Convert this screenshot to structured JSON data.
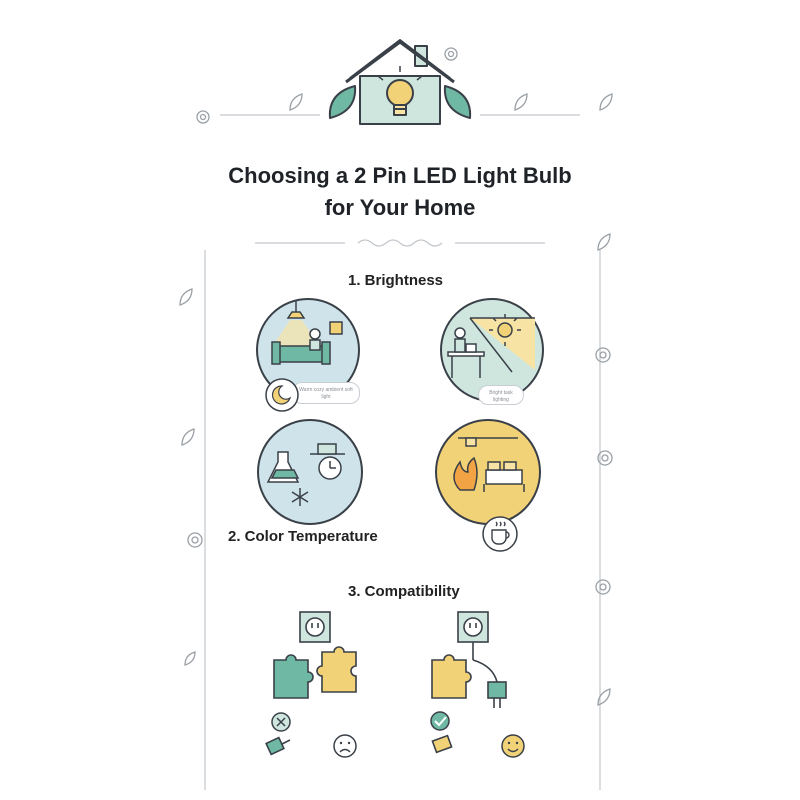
{
  "title": {
    "line1": "Choosing a 2 Pin LED Light Bulb",
    "line2": "for Your Home"
  },
  "sections": {
    "brightness": "1. Brightness",
    "color_temperature": "2. Color Temperature",
    "compatibility": "3. Compatibility"
  },
  "brightness_panels": {
    "dim_caption": "Warm cozy ambient soft light",
    "bright_caption": "Bright task lighting"
  },
  "colors": {
    "teal": "#6fb9a4",
    "teal_light": "#cfe6df",
    "blue_light": "#cfe3ea",
    "yellow": "#f2d277",
    "yellow_light": "#f7e3a4",
    "line": "#3a4048",
    "ornament": "#c3c7cc"
  },
  "icons": [
    "house-bulb-icon",
    "leaf-icon",
    "gear-icon",
    "sun-icon",
    "moon-icon",
    "snowflake-icon",
    "clock-icon",
    "flame-icon",
    "bed-icon",
    "coffee-cup-icon",
    "outlet-icon",
    "puzzle-icon",
    "plug-icon",
    "check-icon",
    "cross-icon",
    "happy-face-icon",
    "sad-face-icon"
  ]
}
